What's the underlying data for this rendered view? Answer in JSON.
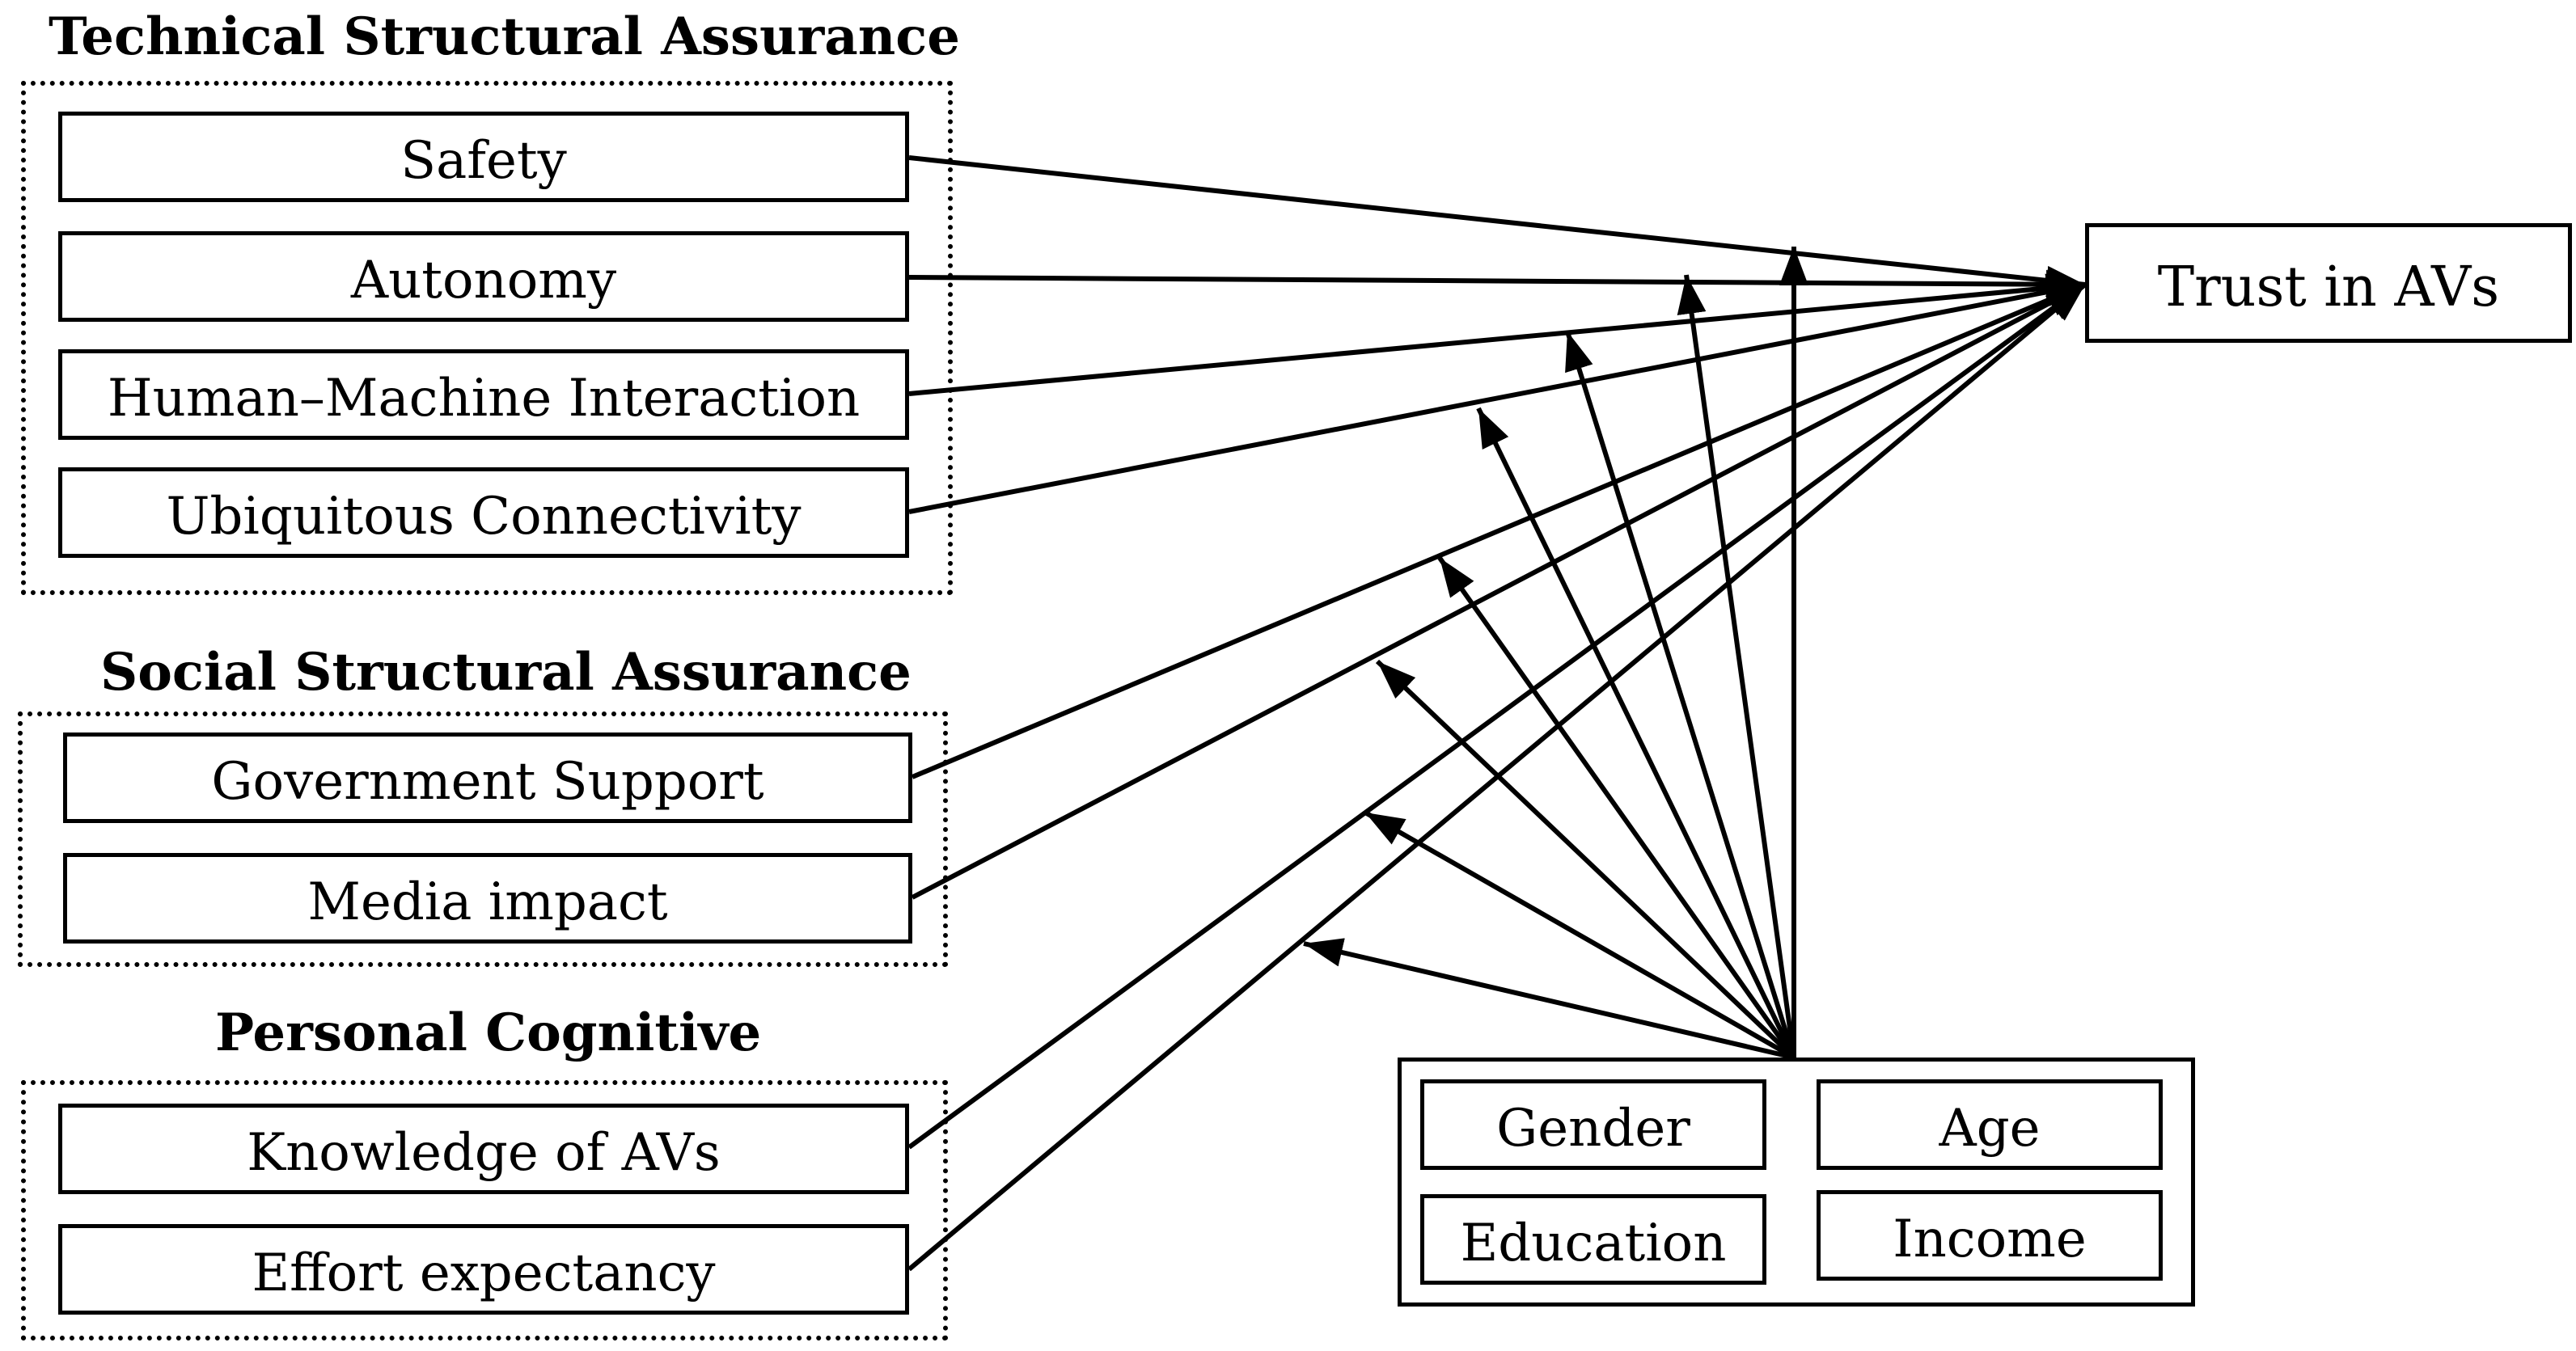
{
  "groups": {
    "technical": {
      "title": "Technical Structural Assurance",
      "items": [
        "Safety",
        "Autonomy",
        "Human–Machine Interaction",
        "Ubiquitous Connectivity"
      ]
    },
    "social": {
      "title": "Social Structural Assurance",
      "items": [
        "Government Support",
        "Media impact"
      ]
    },
    "personal": {
      "title": "Personal Cognitive",
      "items": [
        "Knowledge of AVs",
        "Effort expectancy"
      ]
    }
  },
  "outcome": {
    "label": "Trust in AVs"
  },
  "moderators": {
    "items": [
      "Gender",
      "Age",
      "Education",
      "Income"
    ]
  }
}
